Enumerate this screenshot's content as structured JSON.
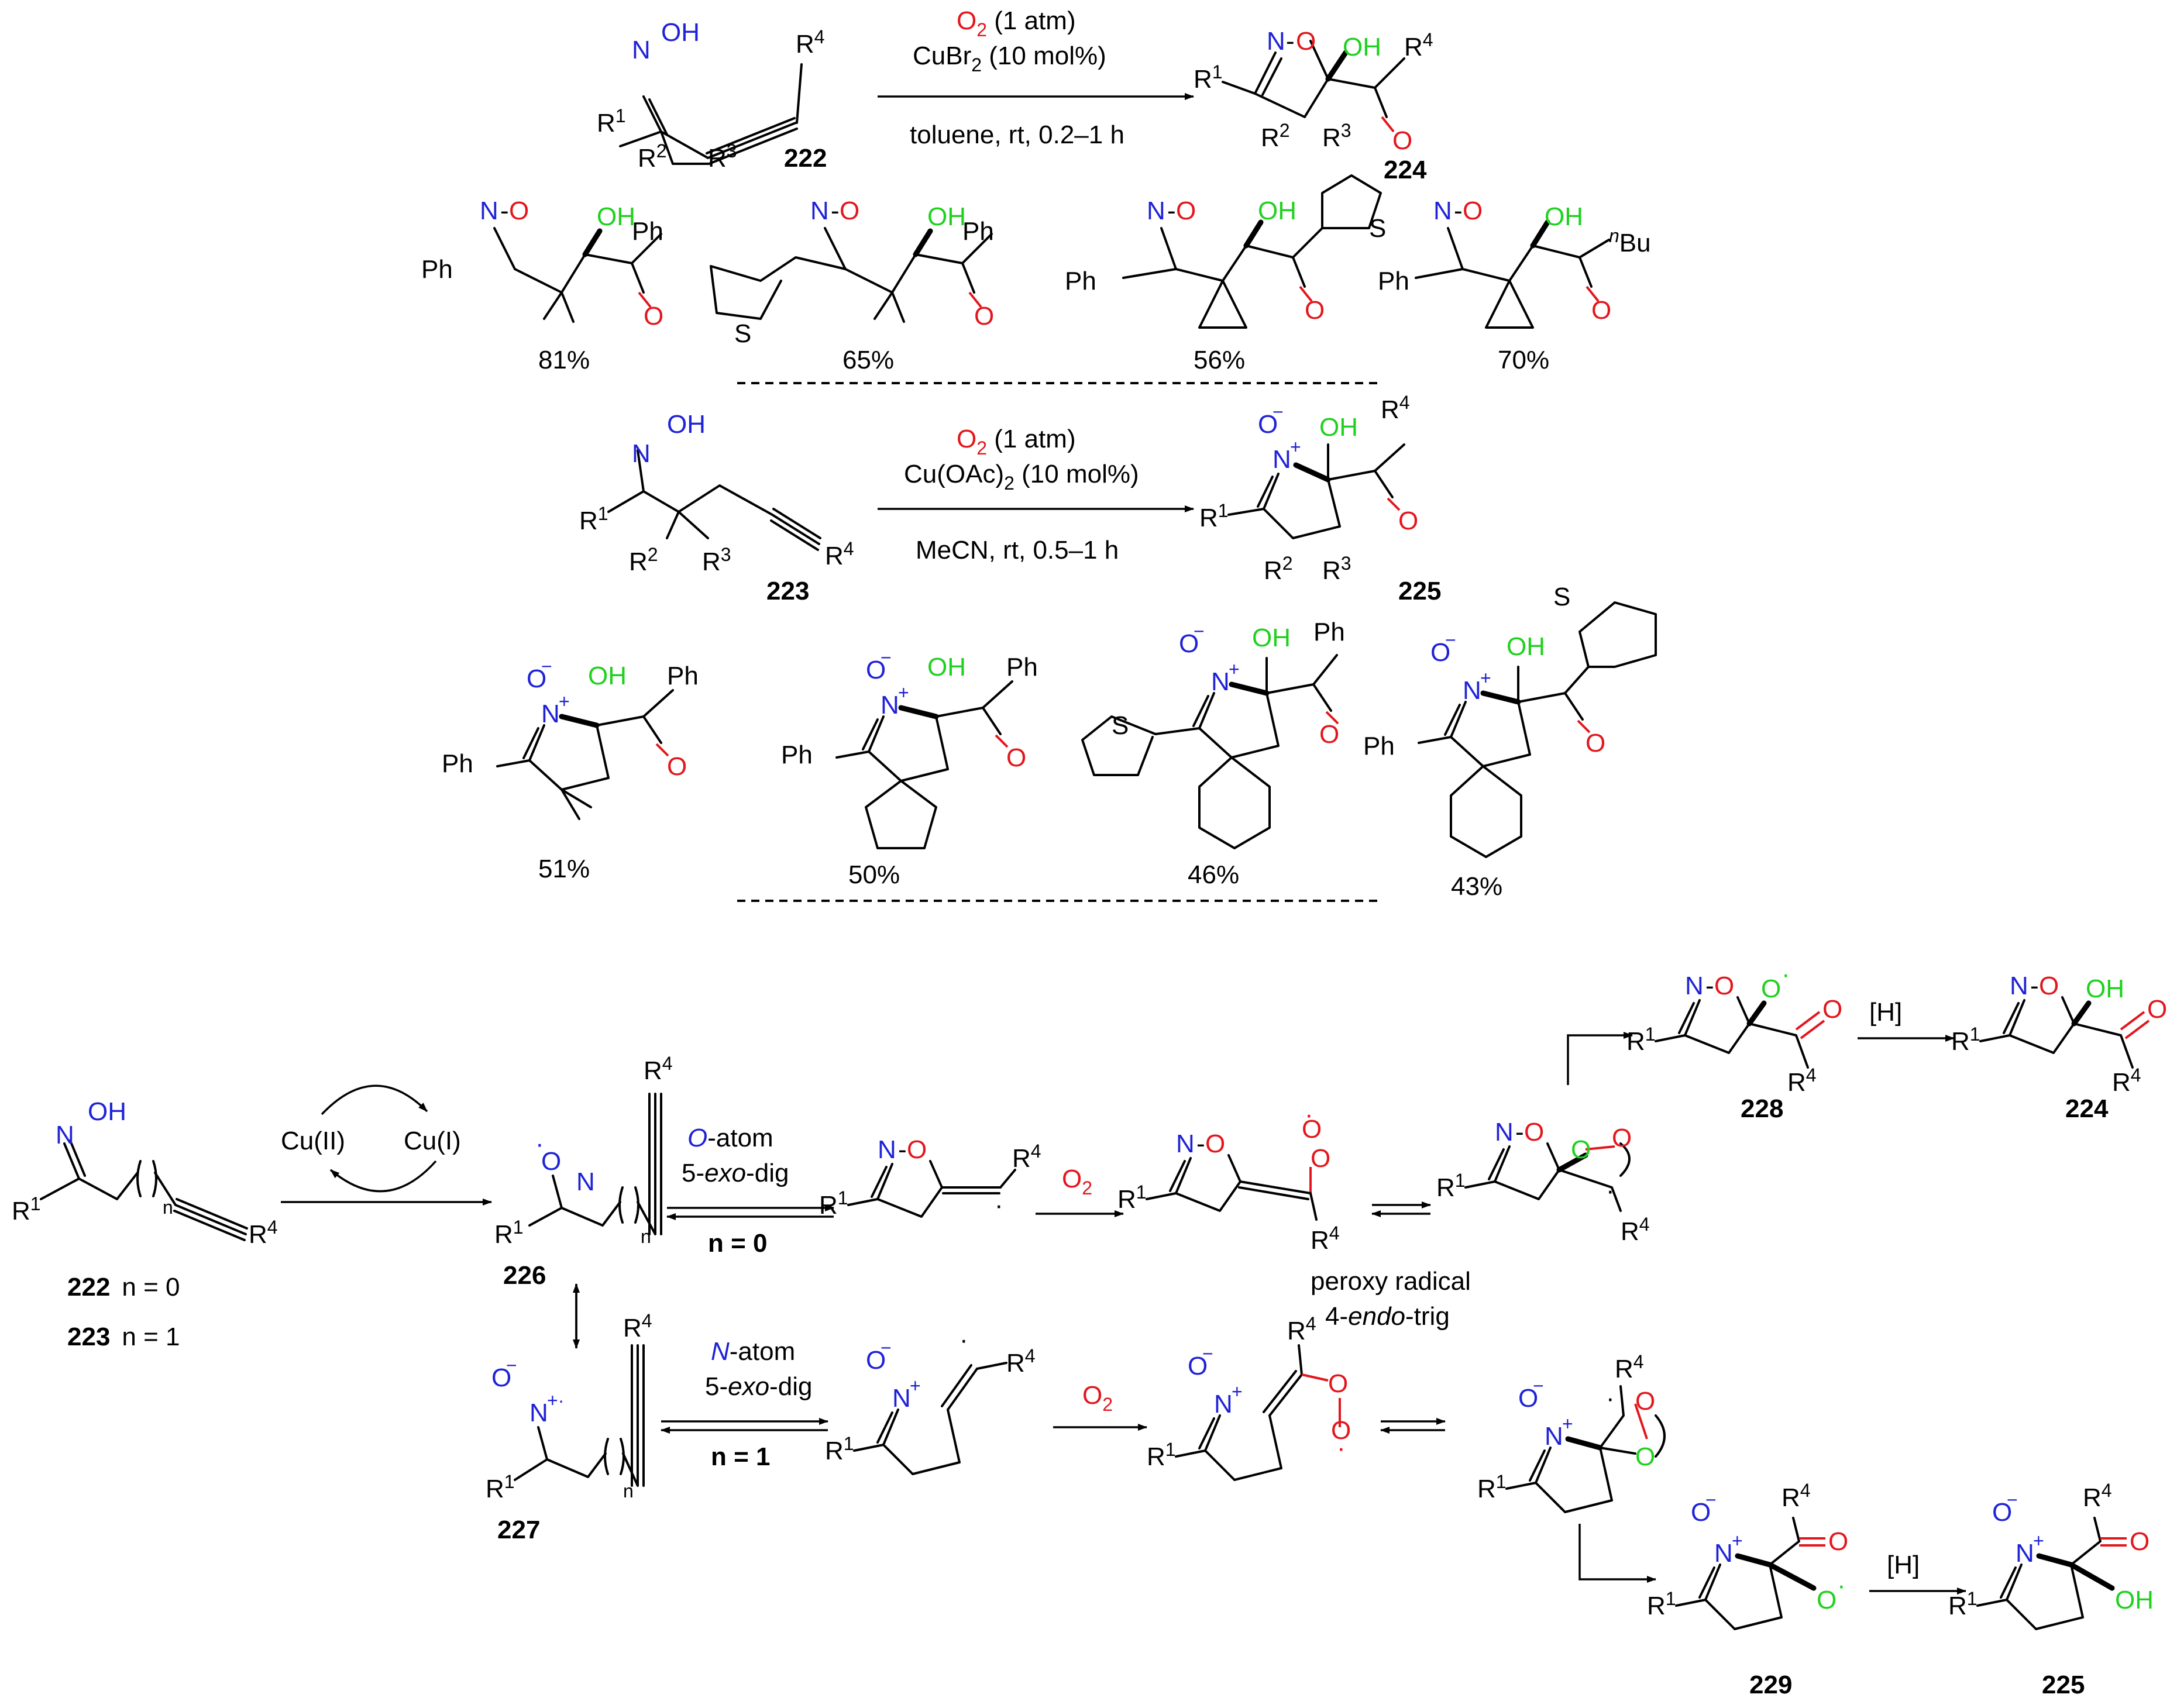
{
  "part1": {
    "cond_o2": "O",
    "cond_o2_sub": "2",
    "cond_o2_rest": " (1 atm)",
    "cond_cat": "CuBr",
    "cond_cat_sub": "2",
    "cond_cat_rest": " (10 mol%)",
    "cond_below": "toluene, rt, 0.2–1 h",
    "sm_label": "222",
    "prod_label": "224"
  },
  "examples1": [
    {
      "aryl": "Ph",
      "acyl": "Ph",
      "yield": "81%"
    },
    {
      "aryl": "S",
      "acyl": "Ph",
      "yield": "65%"
    },
    {
      "aryl": "Ph",
      "acyl": "S",
      "yield": "56%"
    },
    {
      "aryl": "Ph",
      "acyl": "Bu",
      "acyl_sup": "n",
      "yield": "70%"
    }
  ],
  "part2": {
    "cond_o2": "O",
    "cond_o2_sub": "2",
    "cond_o2_rest": " (1 atm)",
    "cond_cat": "Cu(OAc)",
    "cond_cat_sub": "2",
    "cond_cat_rest": " (10 mol%)",
    "cond_below": "MeCN, rt, 0.5–1 h",
    "sm_label": "223",
    "prod_label": "225"
  },
  "examples2": [
    {
      "aryl": "Ph",
      "acyl": "Ph",
      "yield": "51%"
    },
    {
      "aryl": "Ph",
      "acyl": "Ph",
      "yield": "50%"
    },
    {
      "aryl": "S",
      "acyl": "Ph",
      "yield": "46%"
    },
    {
      "aryl": "Ph",
      "acyl": "S",
      "yield": "43%"
    }
  ],
  "mechanism": {
    "sm_label1": "222",
    "sm_n1": "n = 0",
    "sm_label2": "223",
    "sm_n2": "n = 1",
    "cu_ii": "Cu(II)",
    "cu_i": "Cu(I)",
    "int226": "226",
    "int227": "227",
    "o_path_atom": "O",
    "o_path_atom_rest": "-atom",
    "o_path_mode": "5-",
    "o_path_mode_it": "exo",
    "o_path_mode_rest": "-dig",
    "o_path_n": "n = 0",
    "n_path_atom": "N",
    "n_path_atom_rest": "-atom",
    "n_path_mode": "5-",
    "n_path_mode_it": "exo",
    "n_path_mode_rest": "-dig",
    "n_path_n": "n = 1",
    "o2": "O",
    "o2_sub": "2",
    "peroxy1": "peroxy radical",
    "peroxy2_pre": "4-",
    "peroxy2_it": "endo",
    "peroxy2_rest": "-trig",
    "int228": "228",
    "int229": "229",
    "h_reagent": "[H]",
    "prod224": "224",
    "prod225": "225"
  },
  "atoms": {
    "R1": "R",
    "R2": "R",
    "R3": "R",
    "R4": "R",
    "sup1": "1",
    "sup2": "2",
    "sup3": "3",
    "sup4": "4",
    "OH": "OH",
    "O": "O",
    "N": "N",
    "NO": "N–O",
    "Ph": "Ph",
    "S": "S",
    "plus": "+",
    "minus": "−",
    "n": "n"
  },
  "colors": {
    "nitrogen": "#1f22d6",
    "oxygen_red": "#e3161c",
    "oxygen_green": "#1fd11f"
  }
}
